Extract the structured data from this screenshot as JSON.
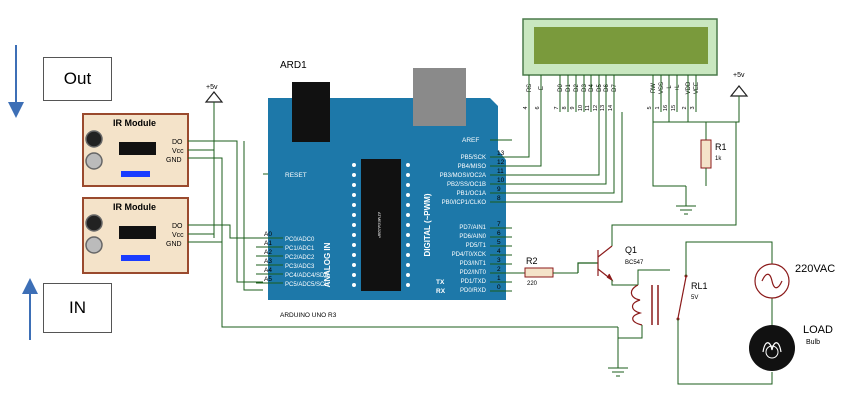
{
  "labels": {
    "out": "Out",
    "in": "IN"
  },
  "arduino": {
    "ref": "ARD1",
    "model": "ARDUINO UNO R3",
    "aref": "AREF",
    "reset": "RESET",
    "analog_title": "ANALOG IN",
    "digital_title": "DIGITAL (~PWM)",
    "chip_text": "ATMEGA328P",
    "analog_pins": [
      {
        "name": "PC0/ADC0",
        "num": "A0"
      },
      {
        "name": "PC1/ADC1",
        "num": "A1"
      },
      {
        "name": "PC2/ADC2",
        "num": "A2"
      },
      {
        "name": "PC3/ADC3",
        "num": "A3"
      },
      {
        "name": "PC4/ADC4/SDA",
        "num": "A4"
      },
      {
        "name": "PC5/ADC5/SCL",
        "num": "A5"
      }
    ],
    "digital_pins_top": [
      {
        "name": "PB5/SCK",
        "num": "13"
      },
      {
        "name": "PB4/MISO",
        "num": "12"
      },
      {
        "name": "PB3/MOSI/OC2A",
        "num": "11"
      },
      {
        "name": "PB2/SS/OC1B",
        "num": "10"
      },
      {
        "name": "PB1/OC1A",
        "num": "9"
      },
      {
        "name": "PB0/ICP1/CLKO",
        "num": "8"
      }
    ],
    "digital_pins_bottom": [
      {
        "name": "PD7/AIN1",
        "num": "7"
      },
      {
        "name": "PD6/AIN0",
        "num": "6"
      },
      {
        "name": "PD5/T1",
        "num": "5"
      },
      {
        "name": "PD4/T0/XCK",
        "num": "4"
      },
      {
        "name": "PD3/INT1",
        "num": "3"
      },
      {
        "name": "PD2/INT0",
        "num": "2"
      },
      {
        "name": "PD1/TXD",
        "num": "1"
      },
      {
        "name": "PD0/RXD",
        "num": "0"
      }
    ],
    "tx": "TX",
    "rx": "RX"
  },
  "ir_modules": [
    {
      "title": "IR Module",
      "pins": [
        "DO",
        "Vcc",
        "GND"
      ]
    },
    {
      "title": "IR Module",
      "pins": [
        "DO",
        "Vcc",
        "GND"
      ]
    }
  ],
  "power": {
    "left": "+5v",
    "right": "+5v"
  },
  "lcd": {
    "pins": [
      "RS",
      "E",
      "D0",
      "D1",
      "D2",
      "D3",
      "D4",
      "D5",
      "D6",
      "D7",
      "RW",
      "VSS",
      "-L",
      "+L",
      "VDD",
      "VEE"
    ],
    "pin_nums": [
      "4",
      "6",
      "7",
      "8",
      "9",
      "10",
      "11",
      "12",
      "13",
      "14",
      "5",
      "1",
      "16",
      "15",
      "2",
      "3"
    ]
  },
  "r1": {
    "name": "R1",
    "value": "1k"
  },
  "r2": {
    "name": "R2",
    "value": "220"
  },
  "q1": {
    "name": "Q1",
    "part": "BC547"
  },
  "rl1": {
    "name": "RL1",
    "value": "5V"
  },
  "ac": {
    "label": "220VAC"
  },
  "load": {
    "name": "LOAD",
    "value": "Bulb"
  },
  "colors": {
    "arduino_blue": "#1d78a9",
    "module_fill": "#f4e3c9",
    "module_border": "#9a4a2e",
    "lcd_screen": "#7a9a3c",
    "lcd_frame": "#c9e7c0",
    "wire": "#1b5e1b",
    "component": "#8b1a1a"
  }
}
